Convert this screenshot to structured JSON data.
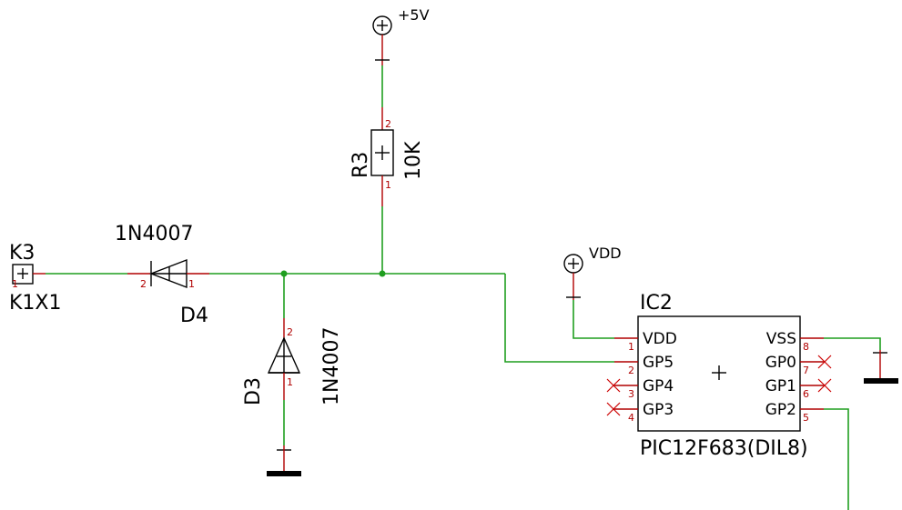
{
  "power": {
    "vcc5_label": "+5V",
    "vdd_label": "VDD"
  },
  "connector": {
    "ref": "K3",
    "value": "K1X1",
    "pin": "1"
  },
  "diode_d4": {
    "ref": "D4",
    "value": "1N4007",
    "pin_a": "2",
    "pin_k": "1"
  },
  "diode_d3": {
    "ref": "D3",
    "value": "1N4007",
    "pin_top": "2",
    "pin_bottom": "1"
  },
  "resistor_r3": {
    "ref": "R3",
    "value": "10K",
    "pin_top": "2",
    "pin_bottom": "1"
  },
  "ic": {
    "ref": "IC2",
    "value": "PIC12F683(DIL8)",
    "left_pins": [
      {
        "name": "VDD",
        "num": "1"
      },
      {
        "name": "GP5",
        "num": "2"
      },
      {
        "name": "GP4",
        "num": "3"
      },
      {
        "name": "GP3",
        "num": "4"
      }
    ],
    "right_pins": [
      {
        "name": "VSS",
        "num": "8"
      },
      {
        "name": "GP0",
        "num": "7"
      },
      {
        "name": "GP1",
        "num": "6"
      },
      {
        "name": "GP2",
        "num": "5"
      }
    ]
  },
  "colors": {
    "wire": "#1f9e1f",
    "pin": "#b00000",
    "body": "#000000",
    "background": "#ffffff"
  }
}
